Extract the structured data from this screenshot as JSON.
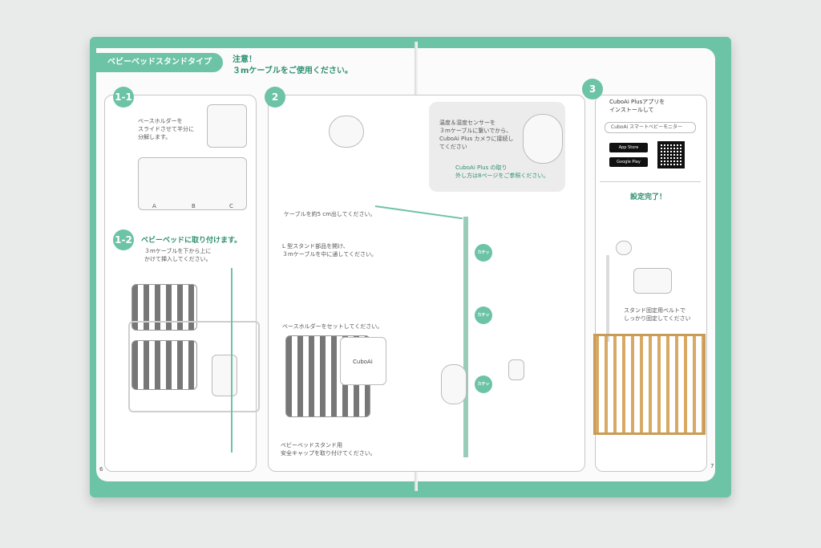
{
  "left_page": {
    "tag": "ベビーベッドスタンドタイプ",
    "warning": "注意！\n３mケーブルをご使用ください。",
    "page_number": "6",
    "step_1_1": {
      "badge": "1-1",
      "text": "ベースホルダーを\nスライドさせて半分に\n分解します。",
      "parts": [
        "A",
        "B",
        "C"
      ]
    },
    "step_1_2": {
      "badge": "1-2",
      "title": "ベビーベッドに取り付けます。",
      "text": "３mケーブルを下から上に\nかけて挿入してください。"
    },
    "step_2": {
      "badge": "2",
      "cable_note": "ケーブルを約5 cm出してください。",
      "l_stand_note": "L 型スタンド部品を開け、\n３mケーブルを中に通してください。",
      "base_holder_note": "ベースホルダーをセットしてください。",
      "cap_note": "ベビーベッドスタンド用\n安全キャップを取り付けてください。",
      "clicks": [
        "カチッ",
        "カチッ",
        "カチッ"
      ],
      "brand": "CuboAi"
    }
  },
  "note_card": {
    "text": "温度＆湿度センサーを\n３mケーブルに繋いでから、\nCuboAi Plus カメラに接続し\nてください",
    "link": "CuboAi Plus の取り\n外し方は8ページをご参照ください。"
  },
  "right_page": {
    "page_number": "7",
    "step_3": {
      "badge": "3",
      "text": "CuboAi Plusアプリを\nインストールして",
      "search_text": "CuboAi スマートベビーモニター",
      "app_store": "App Store",
      "google_play": "Google Play",
      "done": "設定完了！",
      "belt_note": "スタンド固定用ベルトで\nしっかり固定してください"
    }
  },
  "colors": {
    "accent": "#6cc3a6",
    "accent_dark": "#2e8f72",
    "background": "#e9ebea"
  }
}
